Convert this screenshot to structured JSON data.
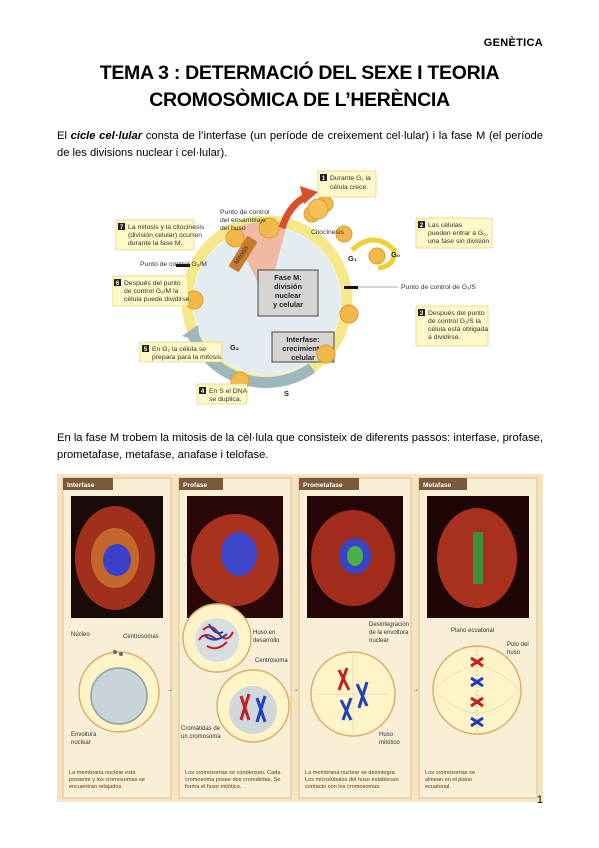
{
  "header": {
    "section": "GENÈTICA"
  },
  "title": {
    "line1": "TEMA 3 : DETERMACIÓ DEL SEXE I TEORIA",
    "line2": "CROMOSÒMICA DE L’HERÈNCIA"
  },
  "intro": {
    "pre": "El ",
    "term": "cicle cel·lular",
    "post": " consta de l’interfase (un període de creixement cel·lular) i la fase M (el període de les divisions nuclear i cel·lular)."
  },
  "cycle": {
    "step1": {
      "num": "1",
      "line1": "Durante G₁ la",
      "line2": "célula crece."
    },
    "step2": {
      "num": "2",
      "line1": "Las células",
      "line2": "pueden entrar a G₀,",
      "line3": "una fase sin división"
    },
    "step3": {
      "num": "3",
      "line1": "Después del punto",
      "line2": "de control G₁/S la",
      "line3": "célula está obligada",
      "line4": "a dividirse."
    },
    "step4": {
      "num": "4",
      "line1": "En S el DNA",
      "line2": "se duplica."
    },
    "step5": {
      "num": "5",
      "line1": "En G₂ la célula se",
      "line2": "prepara para la mitosis."
    },
    "step6": {
      "num": "6",
      "line1": "Después del punto",
      "line2": "de control G₂/M la",
      "line3": "célula puede dividirse."
    },
    "step7": {
      "num": "7",
      "line1": "La mitosis y la citocinesis",
      "line2": "(división celular) ocurren",
      "line3": "durante la fase M."
    },
    "checkpoint_spindle": {
      "line1": "Punto de control",
      "line2": "del ensamblaje",
      "line3": "del huso"
    },
    "citocinesis": "Citocinesis",
    "checkpoint_g2m": "Punto de control G₂/M",
    "checkpoint_g1s": "Punto de control de G₁/S",
    "mitosis": "Mitosis",
    "g1": "G₁",
    "g0": "G₀",
    "g2": "G₂",
    "s": "S",
    "phase_m": {
      "line1": "Fase M:",
      "line2": "división",
      "line3": "nuclear",
      "line4": "y celular"
    },
    "interphase": {
      "line1": "Interfase:",
      "line2": "crecimiento",
      "line3": "celular"
    }
  },
  "mitosis_para": "En la fase M trobem la mitosis de la cèl·lula que consisteix de diferents passos: interfase, profase, prometafase, metafase, anafase i telofase.",
  "mitosis_fig": {
    "panels": [
      "Interfase",
      "Profase",
      "Prometafase",
      "Metafase"
    ],
    "labels": {
      "nucleo": "Núcleo",
      "centrosomas": "Centrosomas",
      "envoltura1": "Envoltura",
      "envoltura2": "nuclear",
      "huso1": "Huso en",
      "huso2": "desarrollo",
      "centrosoma": "Centrosoma",
      "cromatidas1": "Cromátidas de",
      "cromatidas2": "un cromosoma",
      "desint1": "Desintegración",
      "desint2": "de la envoltura",
      "desint3": "nuclear",
      "husom1": "Huso",
      "husom2": "mitótico",
      "plano": "Plano ecuatorial",
      "polo1": "Polo del",
      "polo2": "huso"
    },
    "captions": [
      {
        "l1": "La membrana nuclear está",
        "l2": "presente y los cromosomas se",
        "l3": "encuentran relajados."
      },
      {
        "l1": "Los cromosomas se condensan. Cada",
        "l2": "cromosoma posee dos cromátidas. Se",
        "l3": "forma el huso mitótico."
      },
      {
        "l1": "La membrana nuclear se desintegra.",
        "l2": "Los microtúbulos del huso establecen",
        "l3": "contacto con los cromosomas."
      },
      {
        "l1": "Los cromosomas se",
        "l2": "alinean en el plano",
        "l3": "ecuatorial."
      }
    ]
  },
  "page_number": "1"
}
